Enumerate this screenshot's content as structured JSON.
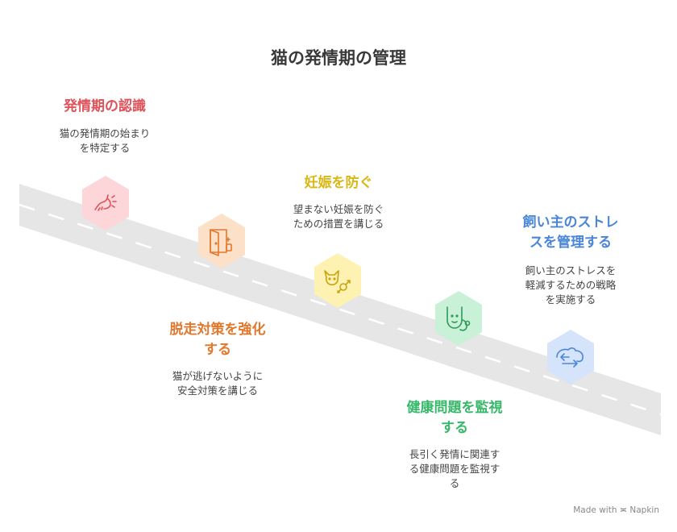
{
  "title": "猫の発情期の管理",
  "steps": [
    {
      "title": "発情期の認識",
      "desc_lines": [
        "猫の発情期の始まり",
        "を特定する"
      ],
      "color": "#e0525a",
      "hex_fill": "#fcd6d8",
      "icon": "cat-in-heat-icon"
    },
    {
      "title_lines": [
        "脱走対策を強化",
        "する"
      ],
      "desc_lines": [
        "猫が逃げないように",
        "安全対策を講じる"
      ],
      "color": "#e2782c",
      "hex_fill": "#fde0c8",
      "icon": "door-exit-icon"
    },
    {
      "title": "妊娠を防ぐ",
      "desc_lines": [
        "望まない妊娠を防ぐ",
        "ための措置を講じる"
      ],
      "color": "#d9b816",
      "hex_fill": "#fdf2b2",
      "icon": "cat-neuter-icon"
    },
    {
      "title_lines": [
        "健康問題を監視",
        "する"
      ],
      "desc_lines": [
        "長引く発情に関連す",
        "る健康問題を監視す",
        "る"
      ],
      "color": "#38b86a",
      "hex_fill": "#c9f1d7",
      "icon": "vet-stethoscope-icon"
    },
    {
      "title_lines": [
        "飼い主のストレ",
        "スを管理する"
      ],
      "desc_lines": [
        "飼い主のストレスを",
        "軽減するための戦略",
        "を実施する"
      ],
      "color": "#4a86d8",
      "hex_fill": "#d5e4fb",
      "icon": "calm-pet-icon"
    }
  ],
  "footer": {
    "made_with": "Made with",
    "brand": "Napkin"
  }
}
